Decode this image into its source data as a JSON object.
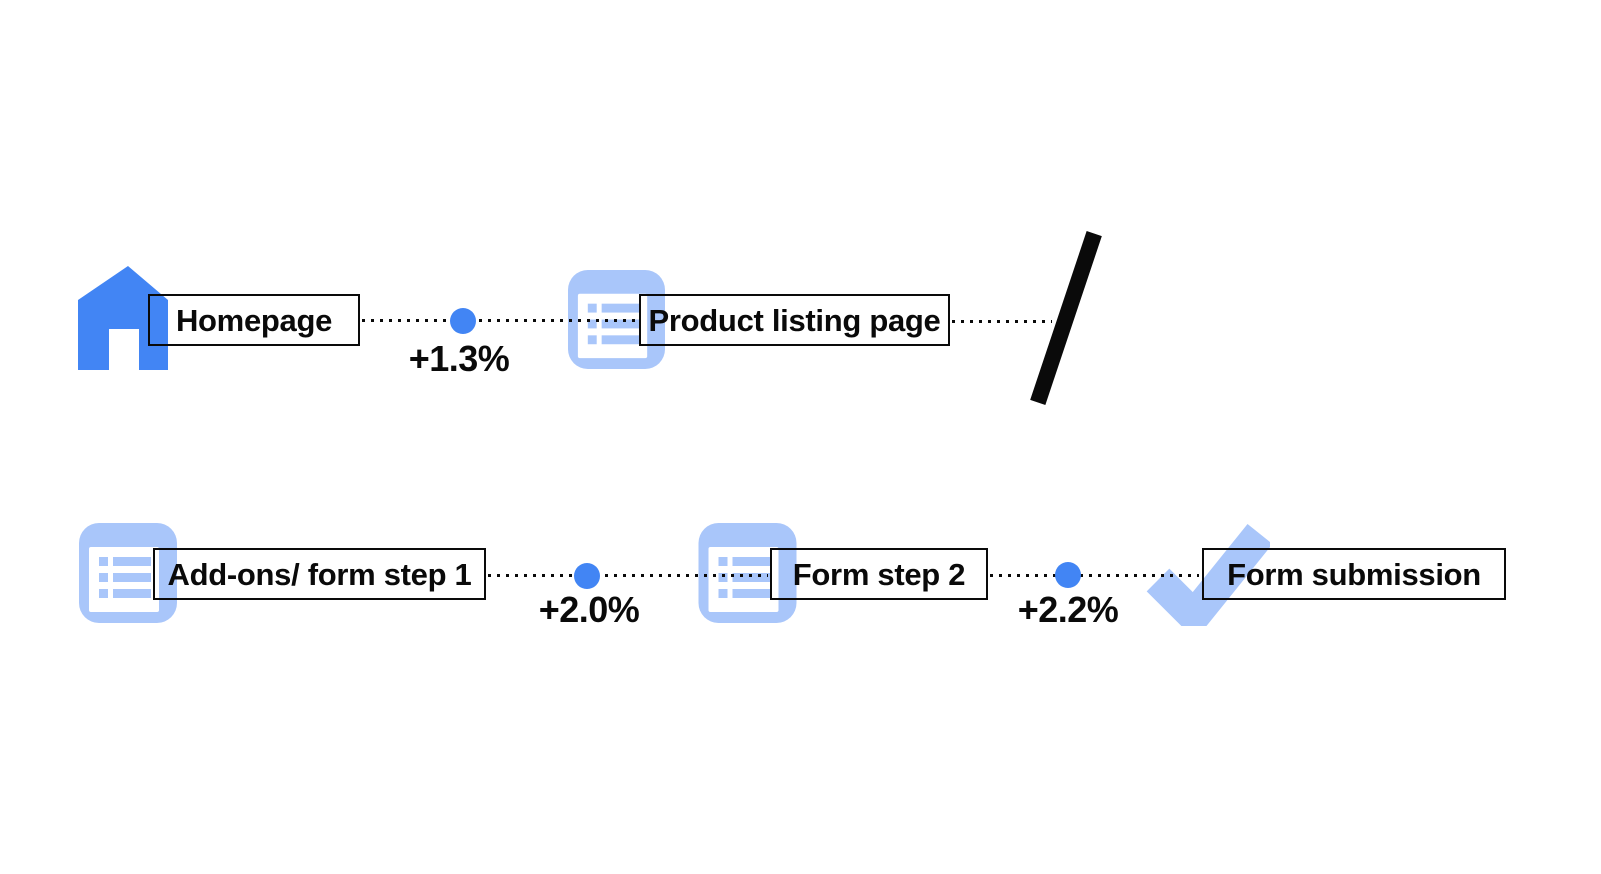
{
  "diagram": {
    "type": "conversion-flow",
    "background": "#FFFFFF",
    "colors": {
      "primary_blue": "#4285F4",
      "light_blue": "#A9C6FA",
      "ink": "#0A0A0A"
    }
  },
  "steps": {
    "homepage": {
      "label": "Homepage",
      "icon": "home-icon"
    },
    "product_listing_page": {
      "label": "Product listing page",
      "icon": "list-icon"
    },
    "addons_form_step_1": {
      "label": "Add-ons/ form step 1",
      "icon": "list-icon"
    },
    "form_step_2": {
      "label": "Form step 2",
      "icon": "list-icon"
    },
    "form_submission": {
      "label": "Form submission",
      "icon": "check-icon"
    }
  },
  "transitions": {
    "homepage_to_product_listing": {
      "delta": "+1.3%"
    },
    "addons_to_form_step_2": {
      "delta": "+2.0%"
    },
    "form_step_2_to_submission": {
      "delta": "+2.2%"
    }
  }
}
